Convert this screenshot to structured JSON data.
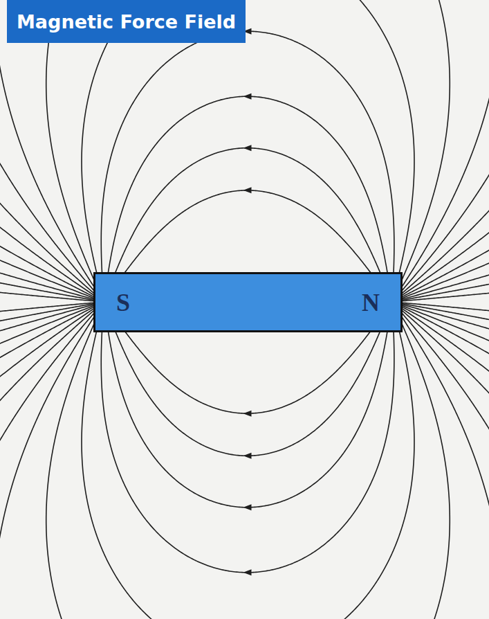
{
  "diagram": {
    "title": "Magnetic Force Field",
    "nodes": [
      {
        "text": [
          "S",
          "N"
        ]
      }
    ]
  }
}
